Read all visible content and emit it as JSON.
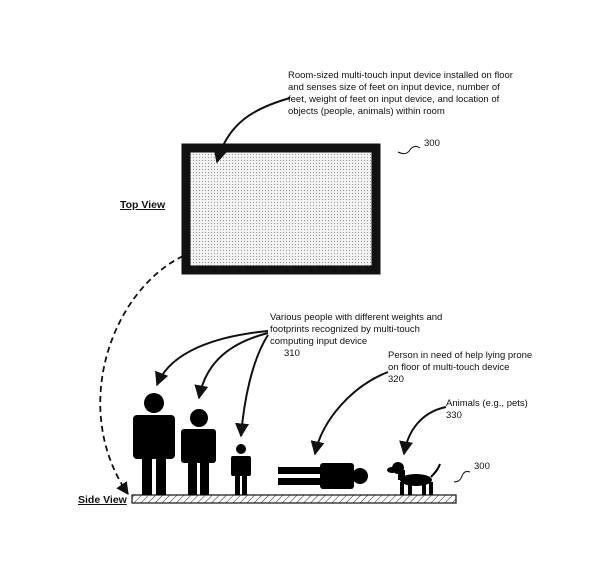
{
  "figure": {
    "top_view_label": "Top View",
    "side_view_label": "Side View",
    "device_ref_top": "300",
    "device_ref_side": "300",
    "device_caption": [
      "Room-sized multi-touch input device installed on floor",
      "and senses size of feet on input device, number of",
      "feet, weight of feet on input device, and location of",
      "objects (people, animals) within room"
    ],
    "people_caption": [
      "Various people with different weights and",
      "footprints recognized by multi-touch",
      "computing input device"
    ],
    "people_ref": "310",
    "prone_caption": [
      "Person in need of help lying prone",
      "on floor of multi-touch device"
    ],
    "prone_ref": "320",
    "animals_caption": "Animals (e.g., pets)",
    "animals_ref": "330"
  }
}
